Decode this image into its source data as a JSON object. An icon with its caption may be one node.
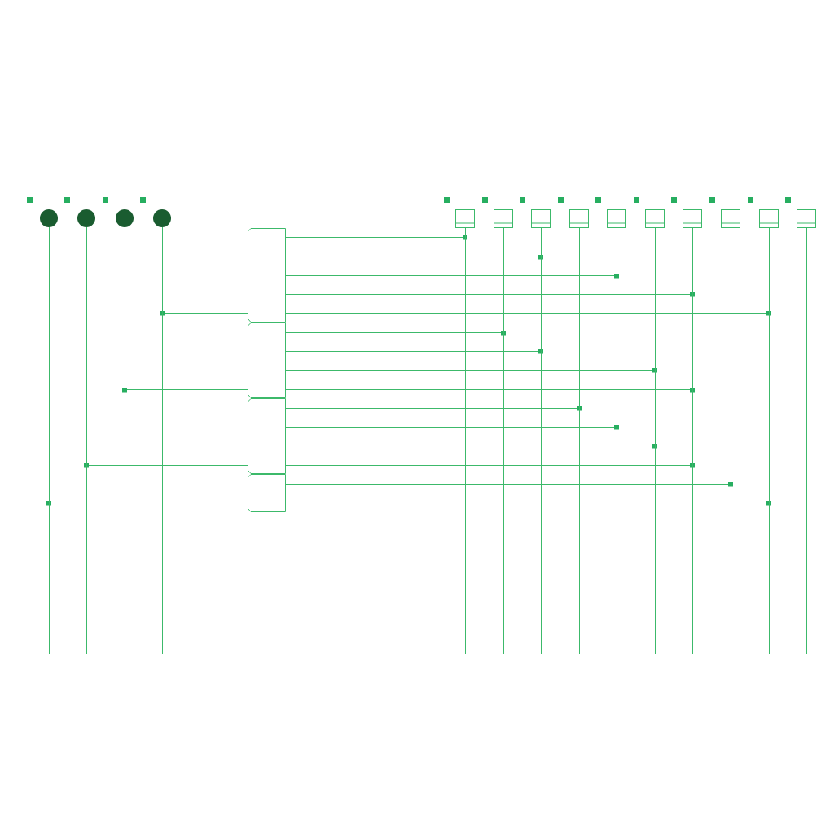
{
  "diagram": {
    "nodes": [
      {
        "text": [],
        "shape": "circle"
      },
      {
        "text": [],
        "shape": "circle"
      },
      {
        "text": [],
        "shape": "circle"
      },
      {
        "text": [],
        "shape": "circle"
      },
      {
        "text": [],
        "shape": "box"
      },
      {
        "text": [],
        "shape": "box"
      },
      {
        "text": [],
        "shape": "box"
      },
      {
        "text": [],
        "shape": "box"
      },
      {
        "text": [],
        "shape": "box"
      },
      {
        "text": [],
        "shape": "box"
      },
      {
        "text": [],
        "shape": "box"
      },
      {
        "text": [],
        "shape": "box"
      },
      {
        "text": [],
        "shape": "box"
      },
      {
        "text": [],
        "shape": "box"
      },
      {
        "text": [],
        "shape": "bar"
      },
      {
        "text": [],
        "shape": "bar"
      },
      {
        "text": [],
        "shape": "bar"
      },
      {
        "text": [],
        "shape": "bar"
      },
      {
        "text": [],
        "shape": "bar"
      },
      {
        "text": [],
        "shape": "bar"
      },
      {
        "text": [],
        "shape": "bar"
      },
      {
        "text": [],
        "shape": "bar"
      },
      {
        "text": [],
        "shape": "bar"
      },
      {
        "text": [],
        "shape": "bar"
      },
      {
        "text": [],
        "shape": "bar"
      },
      {
        "text": [],
        "shape": "bar"
      },
      {
        "text": [],
        "shape": "bar"
      },
      {
        "text": [],
        "shape": "bar"
      },
      {
        "text": [],
        "shape": "box"
      },
      {
        "text": [],
        "shape": "box"
      },
      {
        "text": [],
        "shape": "box"
      },
      {
        "text": [],
        "shape": "box"
      }
    ],
    "edges": [
      {
        "from": 28,
        "to": 18,
        "arrow": "other"
      },
      {
        "from": 28,
        "to": 20,
        "arrow": "other"
      },
      {
        "from": 28,
        "to": 22,
        "arrow": "other"
      },
      {
        "from": 28,
        "to": 24,
        "arrow": "other"
      },
      {
        "from": 28,
        "to": 17,
        "arrow": "other"
      },
      {
        "from": 28,
        "to": 26,
        "arrow": "other"
      },
      {
        "from": 29,
        "to": 19,
        "arrow": "other"
      },
      {
        "from": 29,
        "to": 20,
        "arrow": "other"
      },
      {
        "from": 29,
        "to": 23,
        "arrow": "other"
      },
      {
        "from": 29,
        "to": 16,
        "arrow": "other"
      },
      {
        "from": 29,
        "to": 24,
        "arrow": "other"
      },
      {
        "from": 30,
        "to": 21,
        "arrow": "other"
      },
      {
        "from": 30,
        "to": 22,
        "arrow": "other"
      },
      {
        "from": 30,
        "to": 23,
        "arrow": "other"
      },
      {
        "from": 30,
        "to": 15,
        "arrow": "other"
      },
      {
        "from": 30,
        "to": 24,
        "arrow": "other"
      },
      {
        "from": 31,
        "to": 25,
        "arrow": "other"
      },
      {
        "from": 31,
        "to": 14,
        "arrow": "other"
      },
      {
        "from": 31,
        "to": 26,
        "arrow": "other"
      }
    ]
  }
}
